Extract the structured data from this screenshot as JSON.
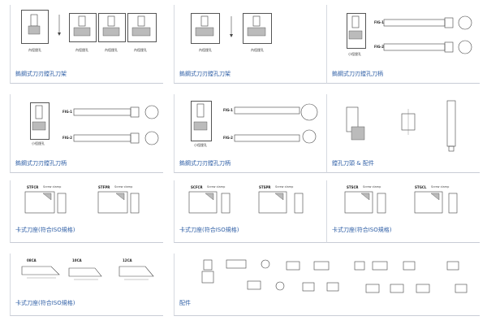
{
  "cards": [
    {
      "title": "鎢鋼式刀刃鏜孔刀架",
      "captions": [
        "內徑鏜孔",
        "內徑鏜孔",
        "內徑鏜孔",
        "內徑鏜孔"
      ]
    },
    {
      "title": "鎢鋼式刀刃鏜孔刀架",
      "captions": [
        "內徑鏜孔",
        "內徑鏜孔"
      ]
    },
    {
      "title": "鎢鋼式刀刃鏜孔刀柄",
      "captions": [
        "小徑鏜孔"
      ],
      "fig_labels": [
        "FIG-1",
        "FIG-2"
      ]
    },
    {
      "title": "鎢鋼式刀刃鏜孔刀柄",
      "captions": [
        "小徑鏜孔"
      ],
      "fig_labels": [
        "FIG-1",
        "FIG-2"
      ]
    },
    {
      "title": "鎢鋼式刀刃鏜孔刀柄",
      "captions": [
        "小徑鏜孔"
      ],
      "fig_labels": [
        "FIG-1",
        "FIG-2"
      ]
    },
    {
      "title": "鏜孔刀頭 & 配件"
    },
    {
      "title": "卡式刀座(符合ISO規格)",
      "models": [
        {
          "code": "STFCR",
          "clamp": "Screw clamp"
        },
        {
          "code": "STFPR",
          "clamp": "Screw clamp"
        }
      ]
    },
    {
      "title": "卡式刀座(符合ISO規格)",
      "models": [
        {
          "code": "SCFCR",
          "clamp": "Screw clamp"
        },
        {
          "code": "STSPR",
          "clamp": "Screw clamp"
        }
      ]
    },
    {
      "title": "卡式刀座(符合ISO規格)",
      "models": [
        {
          "code": "STSCR",
          "clamp": "Screw clamp"
        },
        {
          "code": "STGCL",
          "clamp": "Screw clamp"
        }
      ]
    },
    {
      "title": "卡式刀座(符合ISO規格)",
      "models": [
        {
          "code": "08CA"
        },
        {
          "code": "10CA"
        },
        {
          "code": "12CA"
        }
      ]
    },
    {
      "title": "配件"
    }
  ]
}
